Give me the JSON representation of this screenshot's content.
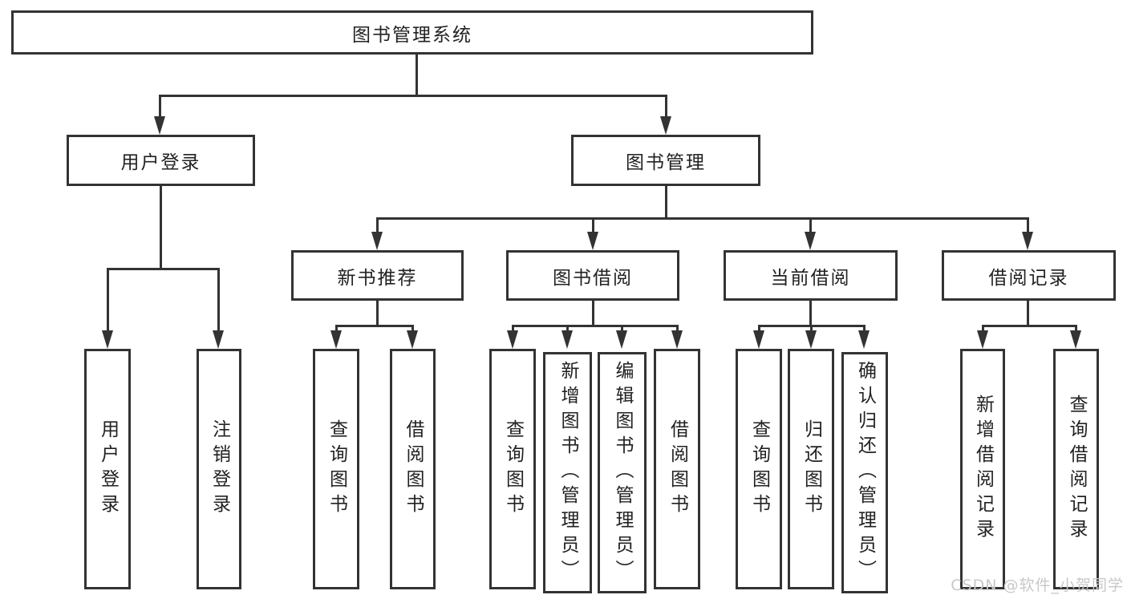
{
  "diagram": {
    "title": "图书管理系统",
    "branches": [
      {
        "label": "用户登录",
        "children": [
          {
            "label": "用户登录"
          },
          {
            "label": "注销登录"
          }
        ]
      },
      {
        "label": "图书管理",
        "children": [
          {
            "label": "新书推荐",
            "children": [
              {
                "label": "查询图书"
              },
              {
                "label": "借阅图书"
              }
            ]
          },
          {
            "label": "图书借阅",
            "children": [
              {
                "label": "查询图书"
              },
              {
                "label": "新增图书（管理员）"
              },
              {
                "label": "编辑图书（管理员）"
              },
              {
                "label": "借阅图书"
              }
            ]
          },
          {
            "label": "当前借阅",
            "children": [
              {
                "label": "查询图书"
              },
              {
                "label": "归还图书"
              },
              {
                "label": "确认归还（管理员）"
              }
            ]
          },
          {
            "label": "借阅记录",
            "children": [
              {
                "label": "新增借阅记录"
              },
              {
                "label": "查询借阅记录"
              }
            ]
          }
        ]
      }
    ]
  },
  "watermark": {
    "text": "CSDN @软件_小贺同学"
  },
  "colors": {
    "line": "#333333",
    "text": "#222222",
    "watermark": "#c8c8c8",
    "background": "#ffffff"
  }
}
